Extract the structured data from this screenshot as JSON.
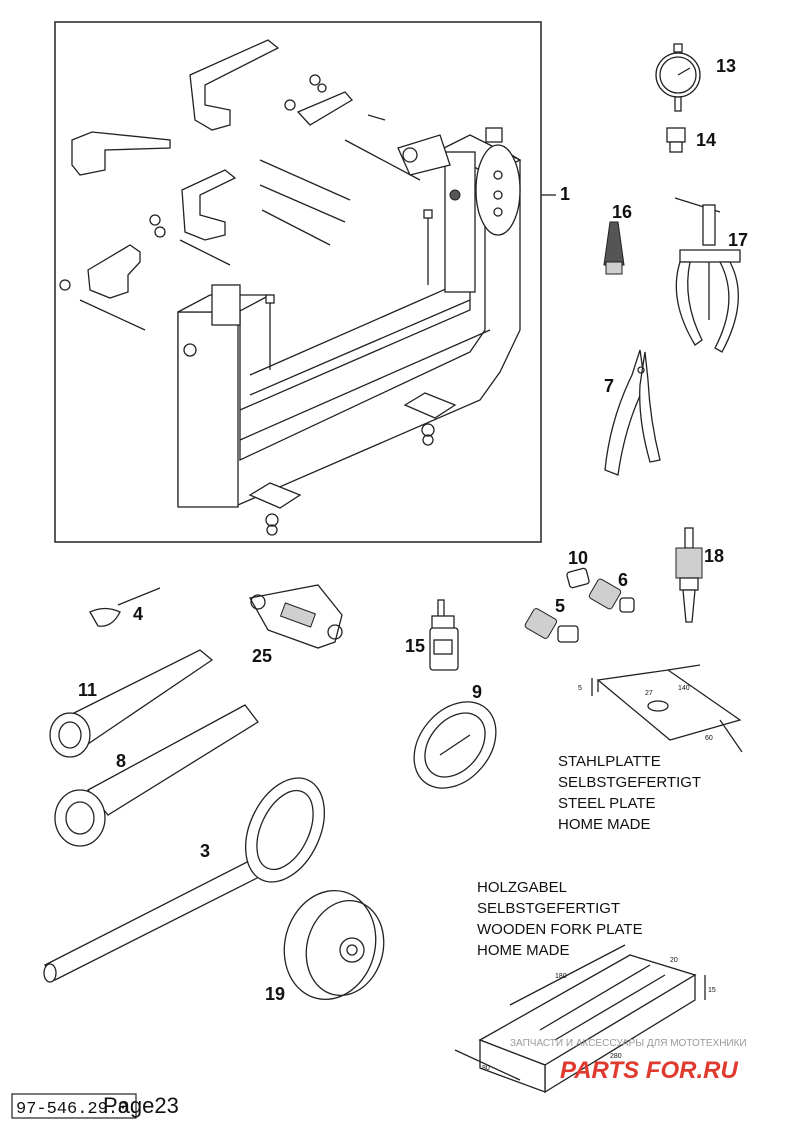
{
  "callouts": {
    "n1": "1",
    "n13": "13",
    "n14": "14",
    "n16": "16",
    "n17": "17",
    "n7": "7",
    "n10": "10",
    "n6": "6",
    "n5": "5",
    "n18": "18",
    "n4": "4",
    "n25": "25",
    "n15": "15",
    "n11": "11",
    "n9": "9",
    "n8": "8",
    "n3": "3",
    "n19": "19"
  },
  "steel_plate": {
    "lines": [
      "STAHLPLATTE",
      "SELBSTGEFERTIGT",
      "STEEL PLATE",
      "HOME MADE"
    ],
    "dims": {
      "thickness": "5",
      "hole": "27",
      "length": "140",
      "width": "60"
    }
  },
  "wooden_fork_plate": {
    "lines": [
      "HOLZGABEL",
      "SELBSTGEFERTIGT",
      "WOODEN FORK PLATE",
      "HOME MADE"
    ],
    "dims": {
      "a": "180",
      "b": "20",
      "c": "15",
      "d": "280",
      "e": "80"
    }
  },
  "watermark": {
    "line1": "ЗАПЧАСТИ И АКСЕССУАРЫ ДЛЯ МОТОТЕХНИКИ",
    "line2": "PARTS FOR.RU",
    "color": "#e03a2f"
  },
  "footer": {
    "code": "97-546.29.0",
    "page": "Page23"
  }
}
